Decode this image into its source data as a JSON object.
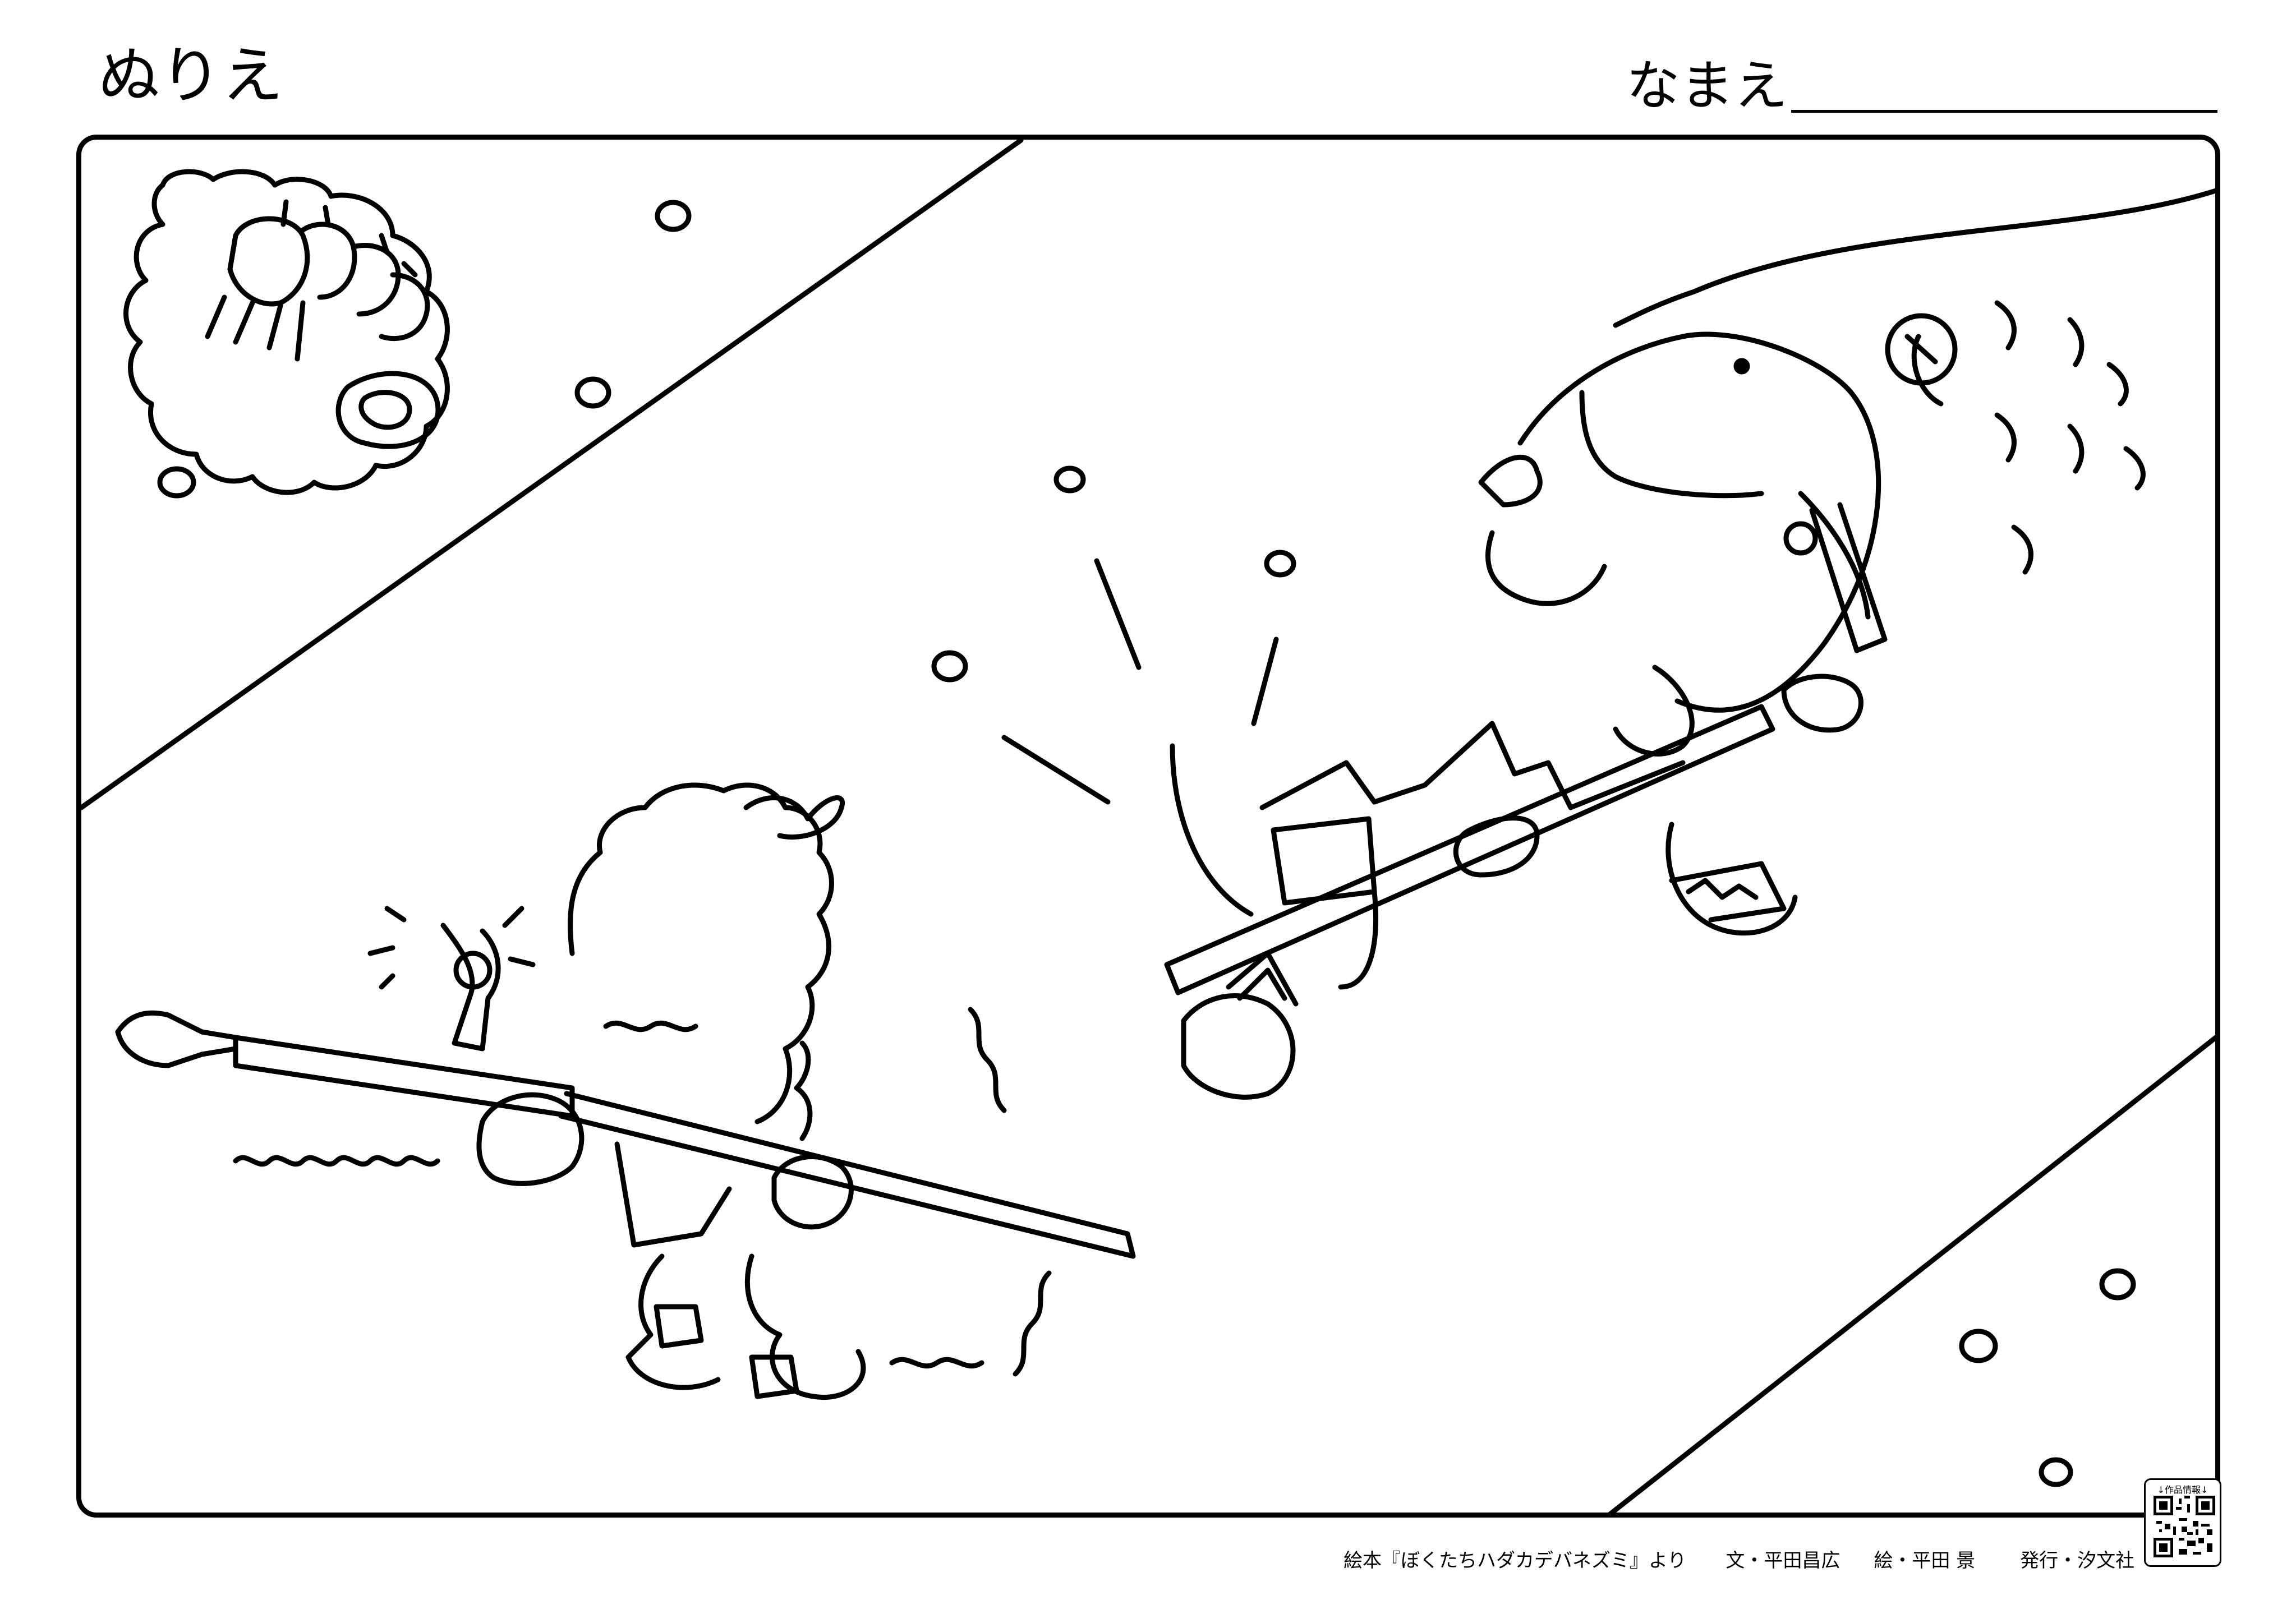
{
  "header": {
    "title": "ぬりえ",
    "name_label": "なまえ"
  },
  "footer": {
    "source": "絵本『ぼくたちハダカデバネズミ』より",
    "text_credit": "文・平田昌広",
    "illustration_credit": "絵・平田 景",
    "publisher": "発行・汐文社"
  },
  "qr": {
    "caption": "↓作品情報↓"
  },
  "illustration": {
    "subject": "coloring-page-naked-mole-rat-spear-duel"
  }
}
